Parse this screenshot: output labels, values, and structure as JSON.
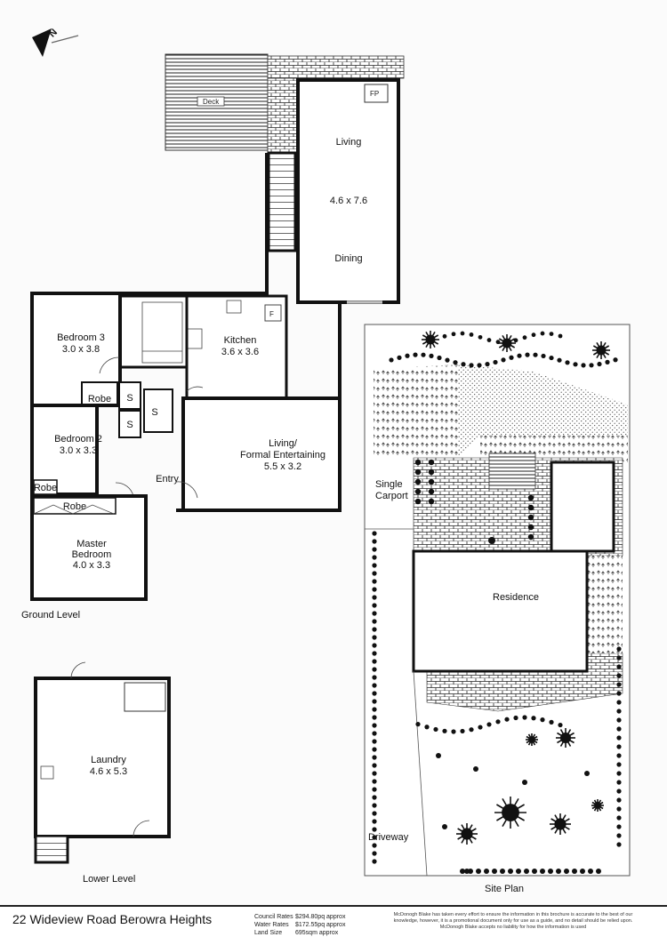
{
  "rooms": {
    "deck": "Deck",
    "fp": "FP",
    "living": "Living",
    "living_dims": "4.6 x 7.6",
    "dining": "Dining",
    "fridge": "F",
    "kitchen": "Kitchen",
    "kitchen_dims": "3.6 x 3.6",
    "bedroom3": "Bedroom 3",
    "bedroom3_dims": "3.0 x 3.8",
    "robe": "Robe",
    "shower": "S",
    "bedroom2": "Bedroom 2",
    "bedroom2_dims": "3.0 x 3.3",
    "living_formal_1": "Living/",
    "living_formal_2": "Formal Entertaining",
    "living_formal_dims": "5.5 x 3.2",
    "entry": "Entry",
    "master1": "Master",
    "master2": "Bedroom",
    "master_dims": "4.0 x 3.3",
    "ground_level": "Ground Level",
    "laundry": "Laundry",
    "laundry_dims": "4.6 x 5.3",
    "lower_level": "Lower Level"
  },
  "site": {
    "single_carport_1": "Single",
    "single_carport_2": "Carport",
    "residence": "Residence",
    "driveway": "Driveway",
    "site_plan": "Site Plan"
  },
  "north": "N",
  "footer": {
    "address": "22 Wideview Road Berowra Heights",
    "council_label": "Council Rates",
    "council_value": "$294.80pq approx",
    "water_label": "Water Rates",
    "water_value": "$172.55pq approx",
    "land_label": "Land Size",
    "land_value": "695sqm approx",
    "disclaimer": "McDonogh Blake has taken every effort to ensure the information in this brochure is accurate to the best of our knowledge, however, it is a promotional document only for use as a guide, and no detail should be relied upon. McDonogh Blake accepts no liability for how the information is used"
  }
}
